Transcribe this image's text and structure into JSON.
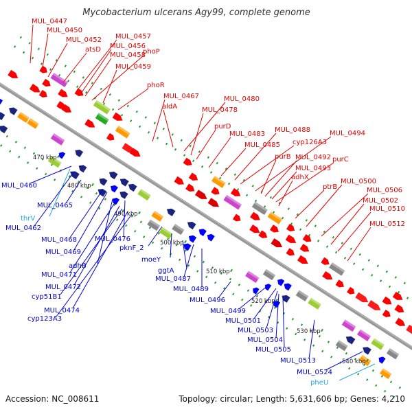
{
  "title": "Mycobacterium ulcerans Agy99, complete genome",
  "footer": {
    "accession": "Accession: NC_008611",
    "stats": "Topology: circular; Length: 5,631,606 bp; Genes: 4,210"
  },
  "colors": {
    "forward_label": "#e00000",
    "reverse_label": "#0000cc",
    "rna_label": "#20a8e0",
    "backbone": "#999999",
    "tick": "#2a9a2a"
  },
  "kbp_ticks": [
    "470 kbp",
    "480 kbp",
    "490 kbp",
    "500 kbp",
    "510 kbp",
    "520 kbp",
    "530 kbp",
    "540 kbp"
  ],
  "forward_genes": [
    "MUL_0447",
    "MUL_0450",
    "MUL_0452",
    "atsD",
    "MUL_0457",
    "MUL_0456",
    "MUL_0458",
    "phoP",
    "MUL_0459",
    "phoR",
    "MUL_0467",
    "aldA",
    "MUL_0480",
    "MUL_0478",
    "purD",
    "MUL_0483",
    "MUL_0485",
    "MUL_0488",
    "cyp126A3",
    "MUL_0494",
    "purB",
    "MUL_0492",
    "MUL_0493",
    "purC",
    "adhX",
    "ptrB",
    "MUL_0500",
    "MUL_0506",
    "MUL_0502",
    "MUL_0510",
    "MUL_0512"
  ],
  "reverse_genes": [
    "MUL_0460",
    "thrV",
    "MUL_0465",
    "MUL_0462",
    "MUL_0468",
    "MUL_0469",
    "MUL_0476",
    "adhB",
    "MUL_0471",
    "MUL_0472",
    "cyp51B1",
    "MUL_0474",
    "cyp123A3",
    "pknF_2",
    "moeY",
    "ggtA",
    "MUL_0487",
    "MUL_0489",
    "MUL_0496",
    "MUL_0499",
    "MUL_0501",
    "MUL_0503",
    "MUL_0504",
    "MUL_0505",
    "MUL_0513",
    "MUL_0524",
    "pheU"
  ]
}
